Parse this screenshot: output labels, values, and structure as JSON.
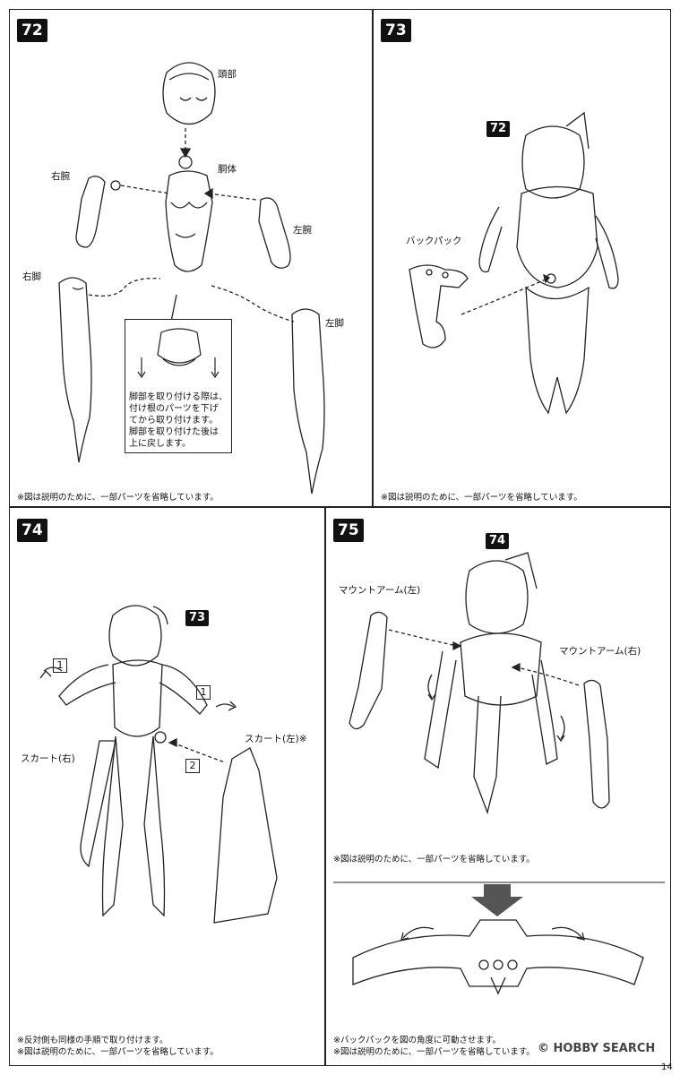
{
  "steps": [
    {
      "number": "72",
      "labels": [
        "頭部",
        "胴体",
        "右腕",
        "左腕",
        "右脚",
        "左脚"
      ],
      "callout": [
        "脚部を取り付ける際は、",
        "付け根のパーツを下げ",
        "てから取り付けます。",
        "脚部を取り付けた後は",
        "上に戻します。"
      ],
      "note": "※図は説明のために、一部パーツを省略しています。"
    },
    {
      "number": "73",
      "ref": "72",
      "labels": [
        "バックパック"
      ],
      "note": "※図は説明のために、一部パーツを省略しています。"
    },
    {
      "number": "74",
      "ref": "73",
      "labels": [
        "スカート(右)",
        "スカート(左)※"
      ],
      "order": [
        "1",
        "1",
        "2"
      ],
      "notes": [
        "※反対側も同様の手順で取り付けます。",
        "※図は説明のために、一部パーツを省略しています。"
      ]
    },
    {
      "number": "75",
      "ref": "74",
      "labels": [
        "マウントアーム(左)",
        "マウントアーム(右)"
      ],
      "note": "※図は説明のために、一部パーツを省略しています。",
      "notes_bottom": [
        "※バックパックを図の角度に可動させます。",
        "※図は説明のために、一部パーツを省略しています。"
      ]
    }
  ],
  "watermark": "HOBBY SEARCH",
  "copyright": "©",
  "page_number": "14"
}
